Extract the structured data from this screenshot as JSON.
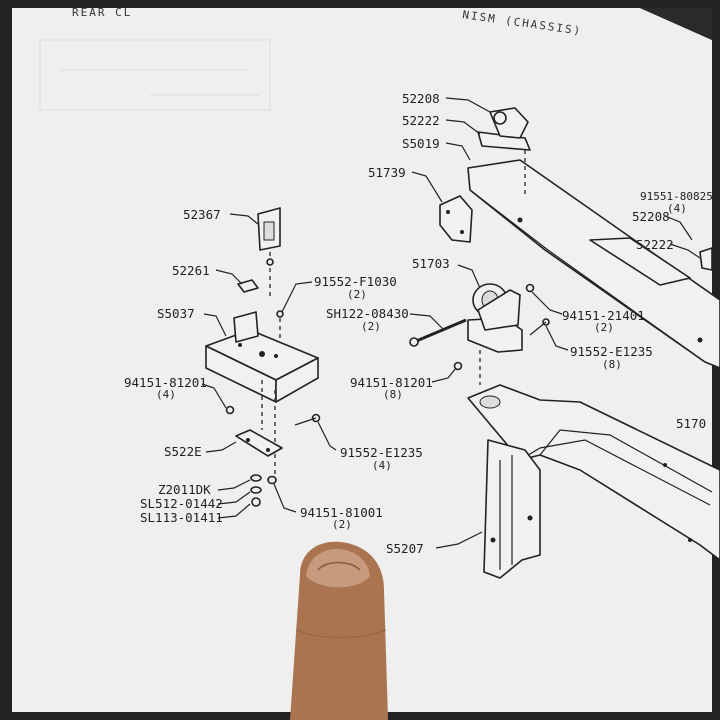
{
  "header": {
    "left": "REAR CL",
    "right": "NISM (CHASSIS)"
  },
  "labels": {
    "p52208a": "52208",
    "p52222a": "52222",
    "s5019": "S5019",
    "p51739": "51739",
    "p91551": "91551-80825",
    "p91551_qty": "(4)",
    "p52208b": "52208",
    "p52222b": "52222",
    "p52367": "52367",
    "p52261": "52261",
    "p91552f": "91552-F1030",
    "p91552f_qty": "(2)",
    "p51703": "51703",
    "s5037": "S5037",
    "sh122": "SH122-08430",
    "sh122_qty": "(2)",
    "p94151_21401": "94151-21401",
    "p94151_21401_qty": "(2)",
    "p91552e_right": "91552-E1235",
    "p91552e_right_qty": "(8)",
    "p94151_81201_left": "94151-81201",
    "p94151_81201_left_qty": "(4)",
    "p94151_81201_mid": "94151-81201",
    "p94151_81201_mid_qty": "(8)",
    "p5170x": "5170",
    "s522e": "S522E",
    "p91552e_left": "91552-E1235",
    "p91552e_left_qty": "(4)",
    "z2011dk": "Z2011DK",
    "sl512": "SL512-01442",
    "sl113": "SL113-01411",
    "p94151_81001": "94151-81001",
    "p94151_81001_qty": "(2)",
    "s5207": "S5207"
  },
  "colors": {
    "paper": "#f0f0f0",
    "ink": "#222222",
    "skin": "#b07a58"
  }
}
